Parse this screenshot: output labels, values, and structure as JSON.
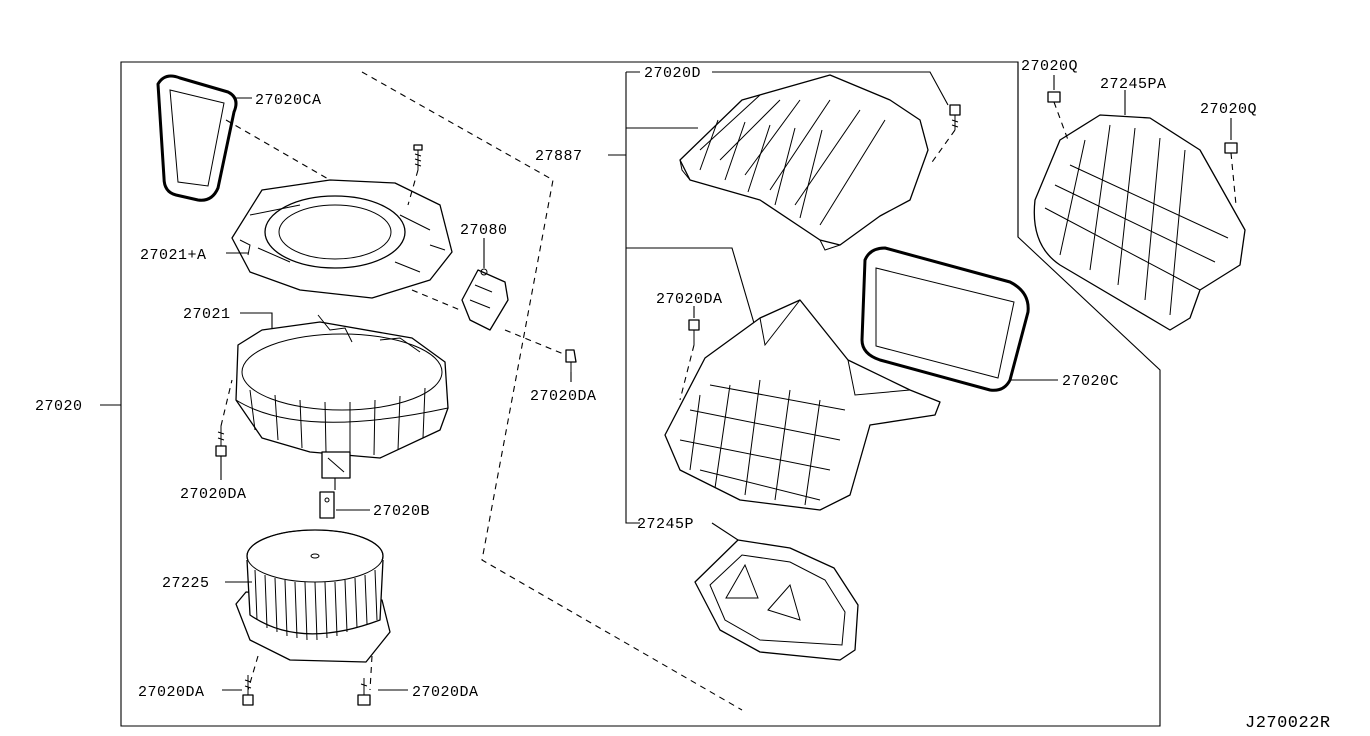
{
  "diagram_code": "J270022R",
  "labels": {
    "l27020": "27020",
    "l27020CA": "27020CA",
    "l27021A": "27021+A",
    "l27080": "27080",
    "l27021": "27021",
    "l27020DA_1": "27020DA",
    "l27020DA_2": "27020DA",
    "l27020B": "27020B",
    "l27225": "27225",
    "l27020DA_3": "27020DA",
    "l27020DA_4": "27020DA",
    "l27020D": "27020D",
    "l27887": "27887",
    "l27020DA_5": "27020DA",
    "l27020C": "27020C",
    "l27245P": "27245P",
    "l27020Q_1": "27020Q",
    "l27245PA": "27245PA",
    "l27020Q_2": "27020Q"
  }
}
